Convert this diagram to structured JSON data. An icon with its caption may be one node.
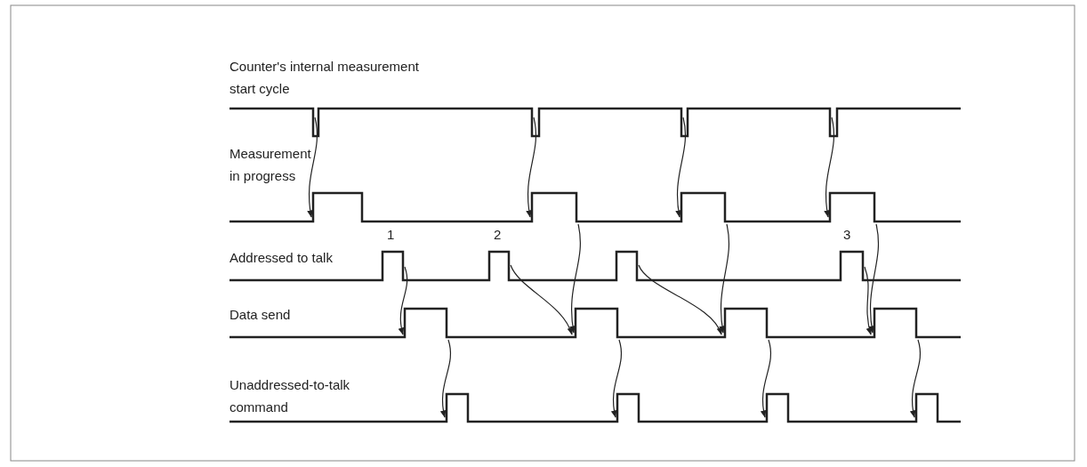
{
  "diagram": {
    "labels": [
      "Counter's internal measurement start cycle",
      "Measurement in progress",
      "1",
      "2",
      "3",
      "Addressed to talk",
      "Data send",
      "Unaddressed-to-talk command"
    ]
  }
}
